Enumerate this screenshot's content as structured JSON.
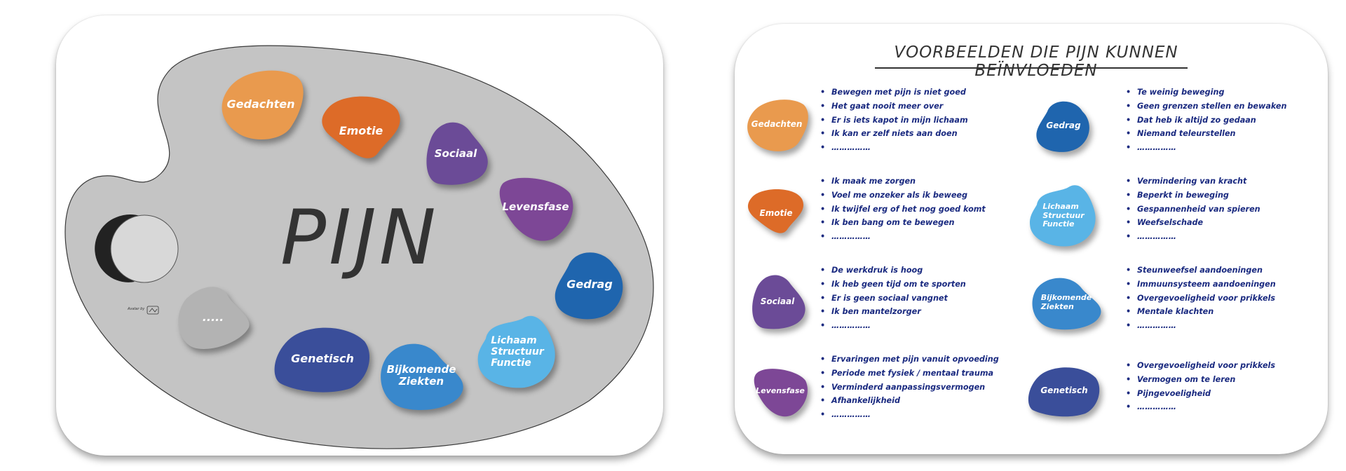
{
  "palette": {
    "center_label": "PIJN",
    "credit_text": "Avatar by",
    "blobs": [
      {
        "label": "Gedachten",
        "color": "#E99A4E"
      },
      {
        "label": "Emotie",
        "color": "#DD6B28"
      },
      {
        "label": "Sociaal",
        "color": "#6B4B97"
      },
      {
        "label": "Levensfase",
        "color": "#7D4796"
      },
      {
        "label": "Gedrag",
        "color": "#1F65AE"
      },
      {
        "label": "Lichaam\nStructuur\nFunctie",
        "color": "#59B4E6"
      },
      {
        "label": "Bijkomende\nZiekten",
        "color": "#3988CC"
      },
      {
        "label": "Genetisch",
        "color": "#3A4E9A"
      },
      {
        "label": ".....",
        "color": "#B3B3B3"
      }
    ]
  },
  "examples": {
    "title": "VOORBEELDEN DIE PIJN KUNNEN BEÏNVLOEDEN",
    "categories": [
      {
        "label": "Gedachten",
        "color": "#E99A4E",
        "items": [
          "Bewegen met pijn is niet goed",
          "Het gaat nooit meer over",
          "Er is iets kapot in mijn lichaam",
          "Ik kan er zelf niets aan doen",
          "……………"
        ]
      },
      {
        "label": "Emotie",
        "color": "#DD6B28",
        "items": [
          "Ik maak me zorgen",
          "Voel me onzeker als ik beweeg",
          "Ik twijfel erg of het nog goed komt",
          "Ik ben bang om te bewegen",
          "……………"
        ]
      },
      {
        "label": "Sociaal",
        "color": "#6B4B97",
        "items": [
          "De werkdruk is hoog",
          "Ik heb geen tijd om te sporten",
          "Er is geen sociaal vangnet",
          "Ik ben mantelzorger",
          "……………"
        ]
      },
      {
        "label": "Levensfase",
        "color": "#7D4796",
        "items": [
          "Ervaringen met pijn vanuit opvoeding",
          "Periode met fysiek / mentaal trauma",
          "Verminderd aanpassingsvermogen",
          "Afhankelijkheid",
          "……………"
        ]
      },
      {
        "label": "Gedrag",
        "color": "#1F65AE",
        "items": [
          "Te weinig beweging",
          "Geen grenzen stellen en bewaken",
          "Dat heb ik altijd zo gedaan",
          "Niemand teleurstellen",
          "……………"
        ]
      },
      {
        "label": "Lichaam\nStructuur\nFunctie",
        "color": "#59B4E6",
        "items": [
          "Vermindering van kracht",
          "Beperkt in beweging",
          "Gespannenheid van spieren",
          "Weefselschade",
          "……………"
        ]
      },
      {
        "label": "Bijkomende\nZiekten",
        "color": "#3988CC",
        "items": [
          "Steunweefsel aandoeningen",
          "Immuunsysteem aandoeningen",
          "Overgevoeligheid voor prikkels",
          "Mentale klachten",
          "……………"
        ]
      },
      {
        "label": "Genetisch",
        "color": "#3A4E9A",
        "items": [
          "Overgevoeligheid voor prikkels",
          "Vermogen om te leren",
          "Pijngevoeligheid",
          "……………"
        ]
      }
    ]
  },
  "colors": {
    "palette_fill": "#C4C4C4",
    "palette_stroke": "#3A3A3A",
    "bullet_text": "#1A2A80",
    "title_text": "#333333"
  }
}
